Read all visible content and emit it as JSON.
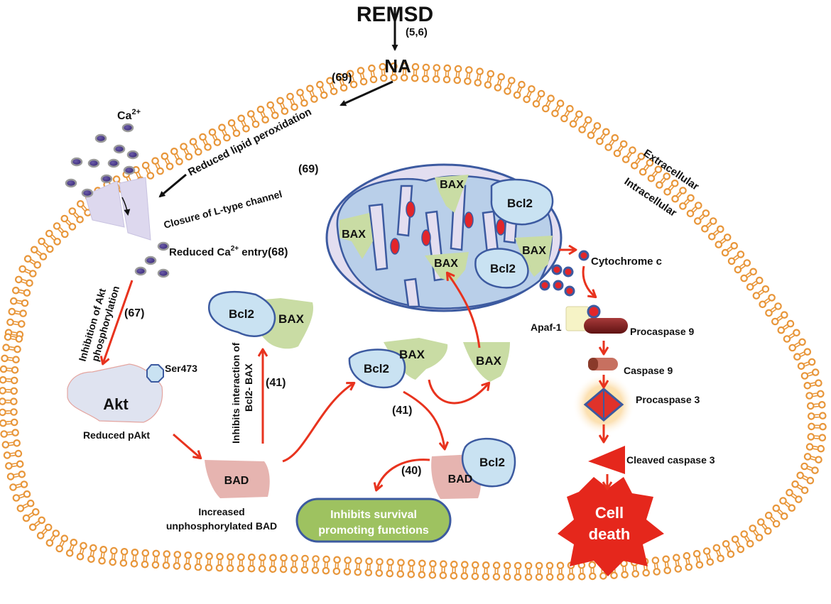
{
  "top": {
    "remsd": "REMSD",
    "ref_5_6": "(5,6)",
    "na": "NA",
    "ref_69a": "(69)"
  },
  "membrane": {
    "reduced_lipid": "Reduced lipid peroxidation",
    "ca_label": "Ca",
    "ca_sup": "2+",
    "closure": "Closure of L-type channel",
    "ref_69b": "(69)",
    "extracellular": "Extracellular",
    "intracellular": "Intracellular",
    "reduced_ca_pre": "Reduced Ca",
    "reduced_ca_sup": "2+",
    "reduced_ca_post": " entry",
    "ref_68": "(68)"
  },
  "akt": {
    "inhibition_line1": "Inhibition of Akt",
    "inhibition_line2": "phosphorylation",
    "ref_67": "(67)",
    "akt_label": "Akt",
    "ser473": "Ser473",
    "reduced_pakt": "Reduced pAkt"
  },
  "bad_pathway": {
    "bad": "BAD",
    "increased_line1": "Increased",
    "increased_line2": "unphosphorylated BAD",
    "inhibits_interaction_line1": "Inhibits interaction of",
    "inhibits_interaction_line2": "Bcl2- BAX",
    "ref_41a": "(41)",
    "ref_41b": "(41)",
    "ref_40": "(40)",
    "bcl2": "Bcl2",
    "bax": "BAX",
    "survival_line1": "Inhibits survival",
    "survival_line2": "promoting functions"
  },
  "mito": {
    "bax": "BAX",
    "bcl2": "Bcl2"
  },
  "caspase": {
    "cytochrome": "Cytochrome c",
    "apaf": "Apaf-1",
    "procaspase9": "Procaspase 9",
    "caspase9": "Caspase 9",
    "procaspase3": "Procaspase 3",
    "cleaved3": "Cleaved caspase 3",
    "cell_death_line1": "Cell",
    "cell_death_line2": "death"
  },
  "colors": {
    "arrow_red": "#e8331e",
    "membrane_orange": "#e8963a",
    "bcl2_fill": "#c9e2f2",
    "bax_fill": "#c9dca4",
    "bad_fill": "#e6b4b0",
    "mito_fill": "#e3def0",
    "survival_fill": "#9ec260",
    "death_fill": "#e5271c"
  }
}
